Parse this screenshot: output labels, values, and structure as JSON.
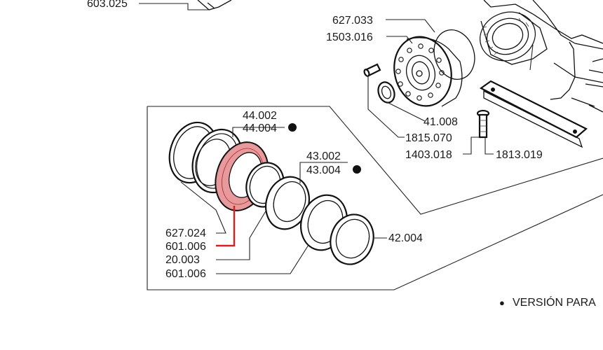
{
  "colors": {
    "highlight": "#d62020",
    "highlight_fill": "#e8999c",
    "ink": "#111111"
  },
  "labels": {
    "p603_025": "603.025",
    "p627_033": "627.033",
    "p1503_016": "1503.016",
    "p41_008": "41.008",
    "p1815_070": "1815.070",
    "p1403_018": "1403.018",
    "p1813_019": "1813.019",
    "p44_002": "44.002",
    "p44_004": "44.004",
    "p43_002": "43.002",
    "p43_004": "43.004",
    "p42_004": "42.004",
    "p627_024": "627.024",
    "p601_006_hl": "601.006",
    "p20_003": "20.003",
    "p601_006": "601.006"
  },
  "legend": {
    "bullet": "●",
    "text": "VERSIÓN PARA"
  }
}
